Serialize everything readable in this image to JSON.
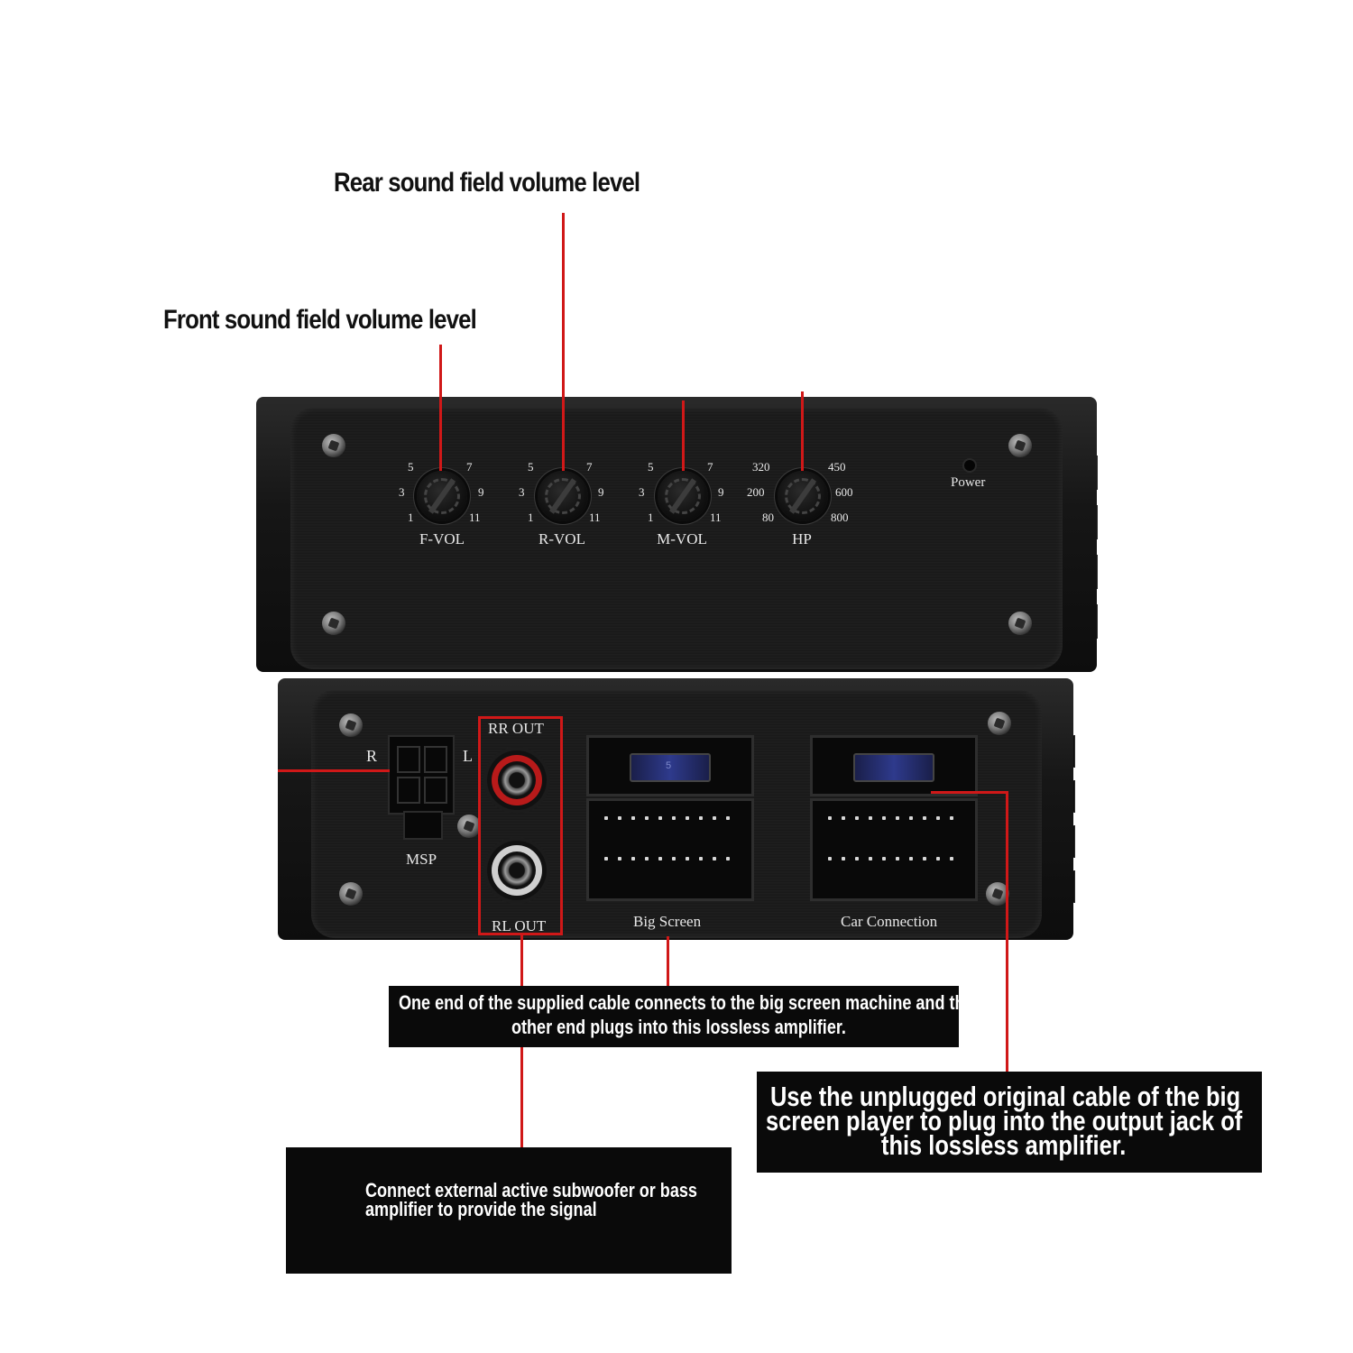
{
  "callouts": {
    "rear_sound_field": "Rear sound field volume level",
    "front_sound_field": "Front sound field volume level"
  },
  "front_panel": {
    "dials": [
      {
        "label": "F-VOL",
        "marks": [
          "5",
          "7",
          "3",
          "9",
          "1",
          "11"
        ]
      },
      {
        "label": "R-VOL",
        "marks": [
          "5",
          "7",
          "3",
          "9",
          "1",
          "11"
        ]
      },
      {
        "label": "M-VOL",
        "marks": [
          "5",
          "7",
          "3",
          "9",
          "1",
          "11"
        ]
      },
      {
        "label": "HP",
        "marks": [
          "320",
          "450",
          "200",
          "600",
          "80",
          "800"
        ]
      }
    ],
    "power_label": "Power"
  },
  "rear_panel": {
    "msp_r": "R",
    "msp_l": "L",
    "msp_label": "MSP",
    "rr_out": "RR OUT",
    "rl_out": "RL OUT",
    "fuse_text": "5",
    "big_screen": "Big Screen",
    "car_connection": "Car Connection"
  },
  "notes": {
    "big_screen_line1": "One end of the supplied cable connects to the big screen machine and the",
    "big_screen_line2": "other end plugs into this lossless amplifier.",
    "original_cable_line1": "Use the unplugged original cable of the big",
    "original_cable_line2": "screen player to plug into the output jack of",
    "original_cable_line3": "this lossless amplifier.",
    "subwoofer_line1": "Connect external active subwoofer or bass",
    "subwoofer_line2": "amplifier to provide the signal"
  },
  "colors": {
    "callout_line": "#d01818",
    "device_body": "#161616",
    "note_box": "#0a0a0a"
  }
}
